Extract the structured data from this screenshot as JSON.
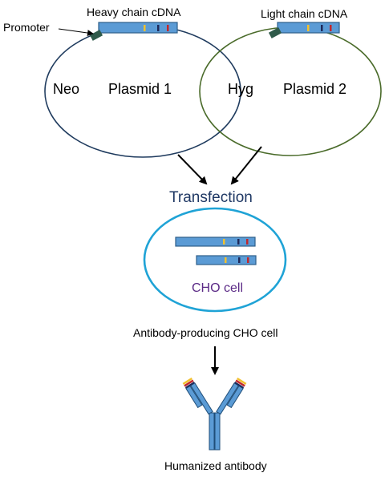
{
  "labels": {
    "heavy_chain": "Heavy chain cDNA",
    "light_chain": "Light chain cDNA",
    "promoter": "Promoter",
    "neo": "Neo",
    "plasmid1": "Plasmid 1",
    "hyg": "Hyg",
    "plasmid2": "Plasmid 2",
    "transfection": "Transfection",
    "cho_cell": "CHO cell",
    "producing_cell": "Antibody-producing CHO cell",
    "antibody": "Humanized antibody"
  },
  "colors": {
    "cdna_fill": "#5b9bd5",
    "cdna_stroke": "#2e5f8a",
    "promoter": "#2f5a4a",
    "plasmid1_ring": "#1f3b5e",
    "plasmid2_ring": "#4a6b2a",
    "cho_ring": "#1fa3d6",
    "transfection_text": "#1f3864",
    "cho_text": "#5b2a86",
    "marker_yellow": "#f2c12e",
    "marker_navy": "#1f2a5a",
    "marker_red": "#c0282d",
    "antibody_fill": "#5b9bd5",
    "antibody_stroke": "#1f4e79"
  }
}
